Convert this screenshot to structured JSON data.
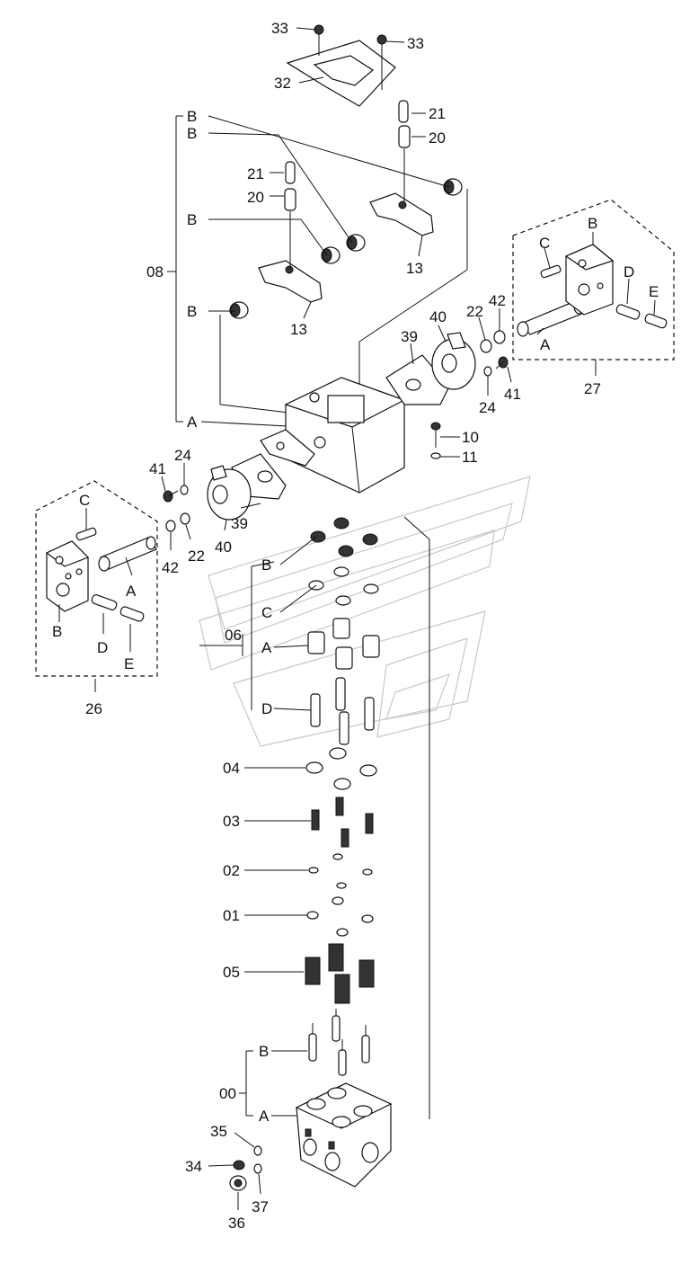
{
  "labels": {
    "l33a": "33",
    "l33b": "33",
    "l32": "32",
    "l21a": "21",
    "l20a": "20",
    "lB1": "B",
    "lB2": "B",
    "l21b": "21",
    "l20b": "20",
    "lB3": "B",
    "l08": "08",
    "l13a": "13",
    "l13b": "13",
    "lB4": "B",
    "lA1": "A",
    "lC27": "C",
    "lB27": "B",
    "lD27": "D",
    "lE27": "E",
    "l42a": "42",
    "l22a": "22",
    "l40a": "40",
    "l39a": "39",
    "lA27": "A",
    "l24a": "24",
    "l41a": "41",
    "l27": "27",
    "l10": "10",
    "l11": "11",
    "l41b": "41",
    "l24b": "24",
    "lC26": "C",
    "l39b": "39",
    "l40b": "40",
    "l22b": "22",
    "l42b": "42",
    "lA26": "A",
    "lB26": "B",
    "lD26": "D",
    "lE26": "E",
    "l26": "26",
    "lB06": "B",
    "lC06": "C",
    "l06": "06",
    "lA06": "A",
    "lD06": "D",
    "l04": "04",
    "l03": "03",
    "l02": "02",
    "l01": "01",
    "l05": "05",
    "lB00": "B",
    "l00": "00",
    "lA00": "A",
    "l35": "35",
    "l34": "34",
    "l36": "36",
    "l37": "37"
  },
  "colors": {
    "line": "#111111",
    "watermark": "#c8c8c8",
    "background": "#ffffff"
  }
}
